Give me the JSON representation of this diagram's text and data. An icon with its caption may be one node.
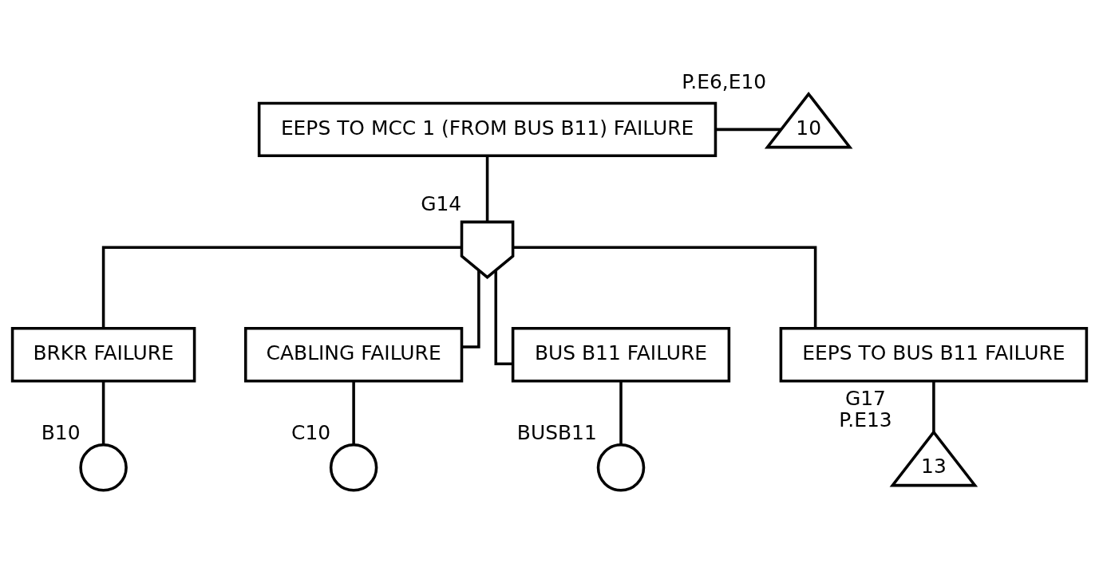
{
  "diagram": {
    "nodes": [
      {
        "text": [
          "EEPS TO MCC 1 (FROM BUS B11) FAILURE"
        ]
      },
      {
        "text": [
          "10"
        ],
        "beside": [
          "P.E6,E10"
        ]
      },
      {
        "text": [],
        "shape": "gate",
        "beside": [
          "G14"
        ]
      },
      {
        "text": [
          "BRKR FAILURE"
        ]
      },
      {
        "text": [
          "CABLING FAILURE"
        ]
      },
      {
        "text": [
          "BUS B11 FAILURE"
        ]
      },
      {
        "text": [
          "EEPS TO BUS B11 FAILURE"
        ]
      },
      {
        "text": [],
        "shape": "circle",
        "beside": [
          "B10"
        ]
      },
      {
        "text": [],
        "shape": "circle",
        "beside": [
          "C10"
        ]
      },
      {
        "text": [],
        "shape": "circle",
        "beside": [
          "BUSB11"
        ]
      },
      {
        "text": [
          "13"
        ],
        "beside": [
          "G17",
          "P.E13"
        ]
      }
    ],
    "edges": [
      {
        "from": 1,
        "to": 0,
        "arrow": "none"
      },
      {
        "from": 0,
        "to": 2,
        "arrow": "none"
      },
      {
        "from": 2,
        "to": 3,
        "arrow": "none"
      },
      {
        "from": 2,
        "to": 4,
        "arrow": "none"
      },
      {
        "from": 2,
        "to": 5,
        "arrow": "none"
      },
      {
        "from": 2,
        "to": 6,
        "arrow": "none"
      },
      {
        "from": 3,
        "to": 7,
        "arrow": "none"
      },
      {
        "from": 4,
        "to": 8,
        "arrow": "none"
      },
      {
        "from": 5,
        "to": 9,
        "arrow": "none"
      },
      {
        "from": 6,
        "to": 10,
        "arrow": "none"
      }
    ]
  }
}
